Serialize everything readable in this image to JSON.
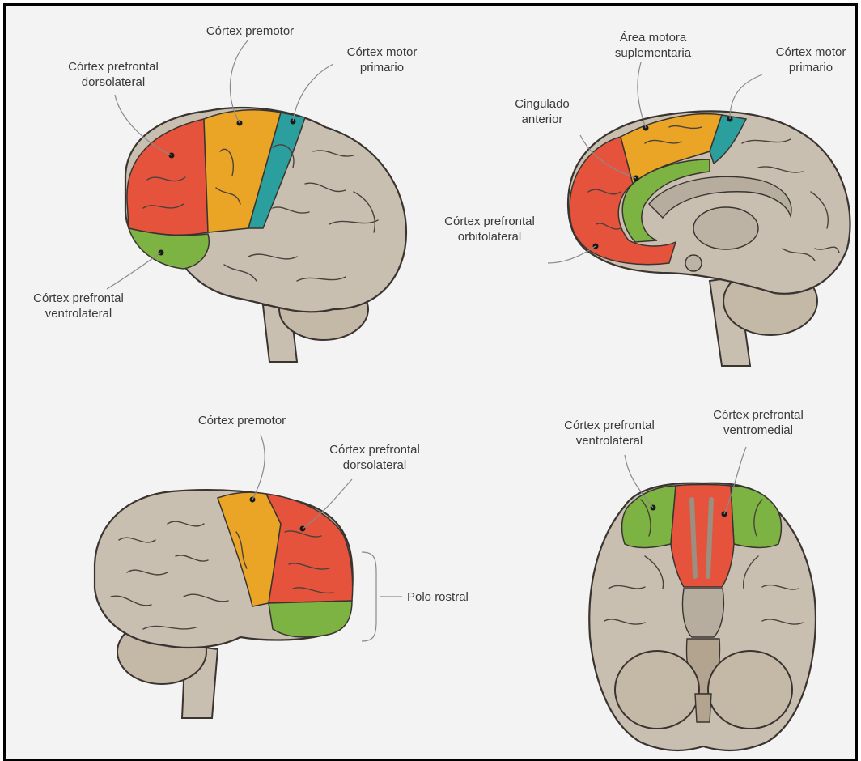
{
  "figure": {
    "panels": [
      {
        "view": "lateral-left",
        "labels": {
          "premotor": "Córtex premotor",
          "dlpfc": [
            "Córtex prefrontal",
            "dorsolateral"
          ],
          "motor": [
            "Córtex motor",
            "primario"
          ],
          "vlpfc": [
            "Córtex prefrontal",
            "ventrolateral"
          ]
        }
      },
      {
        "view": "medial",
        "labels": {
          "sma": [
            "Área motora",
            "suplementaria"
          ],
          "motor": [
            "Córtex motor",
            "primario"
          ],
          "acc": [
            "Cingulado",
            "anterior"
          ],
          "ofc": [
            "Córtex prefrontal",
            "orbitolateral"
          ]
        }
      },
      {
        "view": "lateral-right",
        "labels": {
          "premotor": "Córtex premotor",
          "dlpfc": [
            "Córtex prefrontal",
            "dorsolateral"
          ],
          "pole": "Polo rostral"
        }
      },
      {
        "view": "ventral",
        "labels": {
          "vlpfc": [
            "Córtex prefrontal",
            "ventrolateral"
          ],
          "vmpfc": [
            "Córtex prefrontal",
            "ventromedial"
          ]
        }
      }
    ],
    "colors": {
      "prefrontal": "#e5533c",
      "premotor": "#eaa526",
      "motor": "#2a9f9d",
      "ventral": "#7cb342",
      "brain": "#c9bfb0",
      "background": "#f3f3f3"
    }
  }
}
